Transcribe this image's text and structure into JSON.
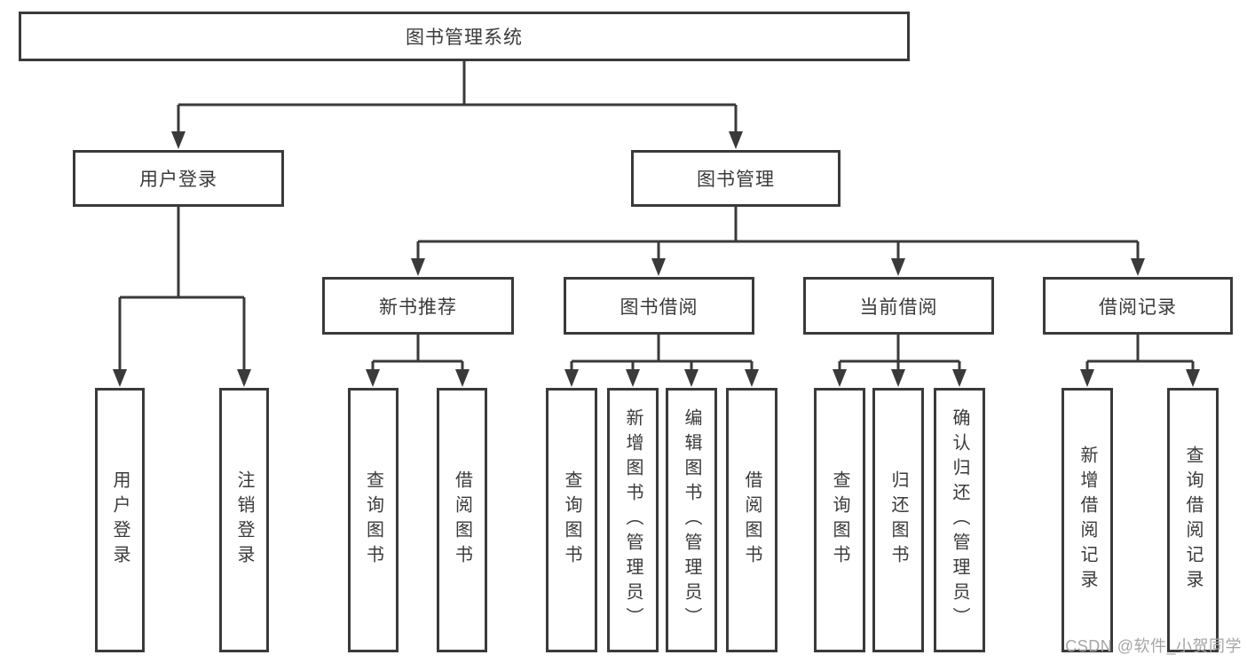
{
  "diagram": {
    "root": {
      "label": "图书管理系统"
    },
    "branches": [
      {
        "label": "用户登录",
        "children": [
          {
            "label": "用户登录"
          },
          {
            "label": "注销登录"
          }
        ]
      },
      {
        "label": "图书管理",
        "children": [
          {
            "label": "新书推荐",
            "children": [
              {
                "label": "查询图书"
              },
              {
                "label": "借阅图书"
              }
            ]
          },
          {
            "label": "图书借阅",
            "children": [
              {
                "label": "查询图书"
              },
              {
                "label": "新增图书（管理员）"
              },
              {
                "label": "编辑图书（管理员）"
              },
              {
                "label": "借阅图书"
              }
            ]
          },
          {
            "label": "当前借阅",
            "children": [
              {
                "label": "查询图书"
              },
              {
                "label": "归还图书"
              },
              {
                "label": "确认归还（管理员）"
              }
            ]
          },
          {
            "label": "借阅记录",
            "children": [
              {
                "label": "新增借阅记录"
              },
              {
                "label": "查询借阅记录"
              }
            ]
          }
        ]
      }
    ]
  },
  "watermark": {
    "text": "CSDN @软件_小贺同学"
  },
  "colors": {
    "line": "#3a3a3a",
    "text": "#3a3a3a",
    "watermark": "#a6a6a6"
  }
}
